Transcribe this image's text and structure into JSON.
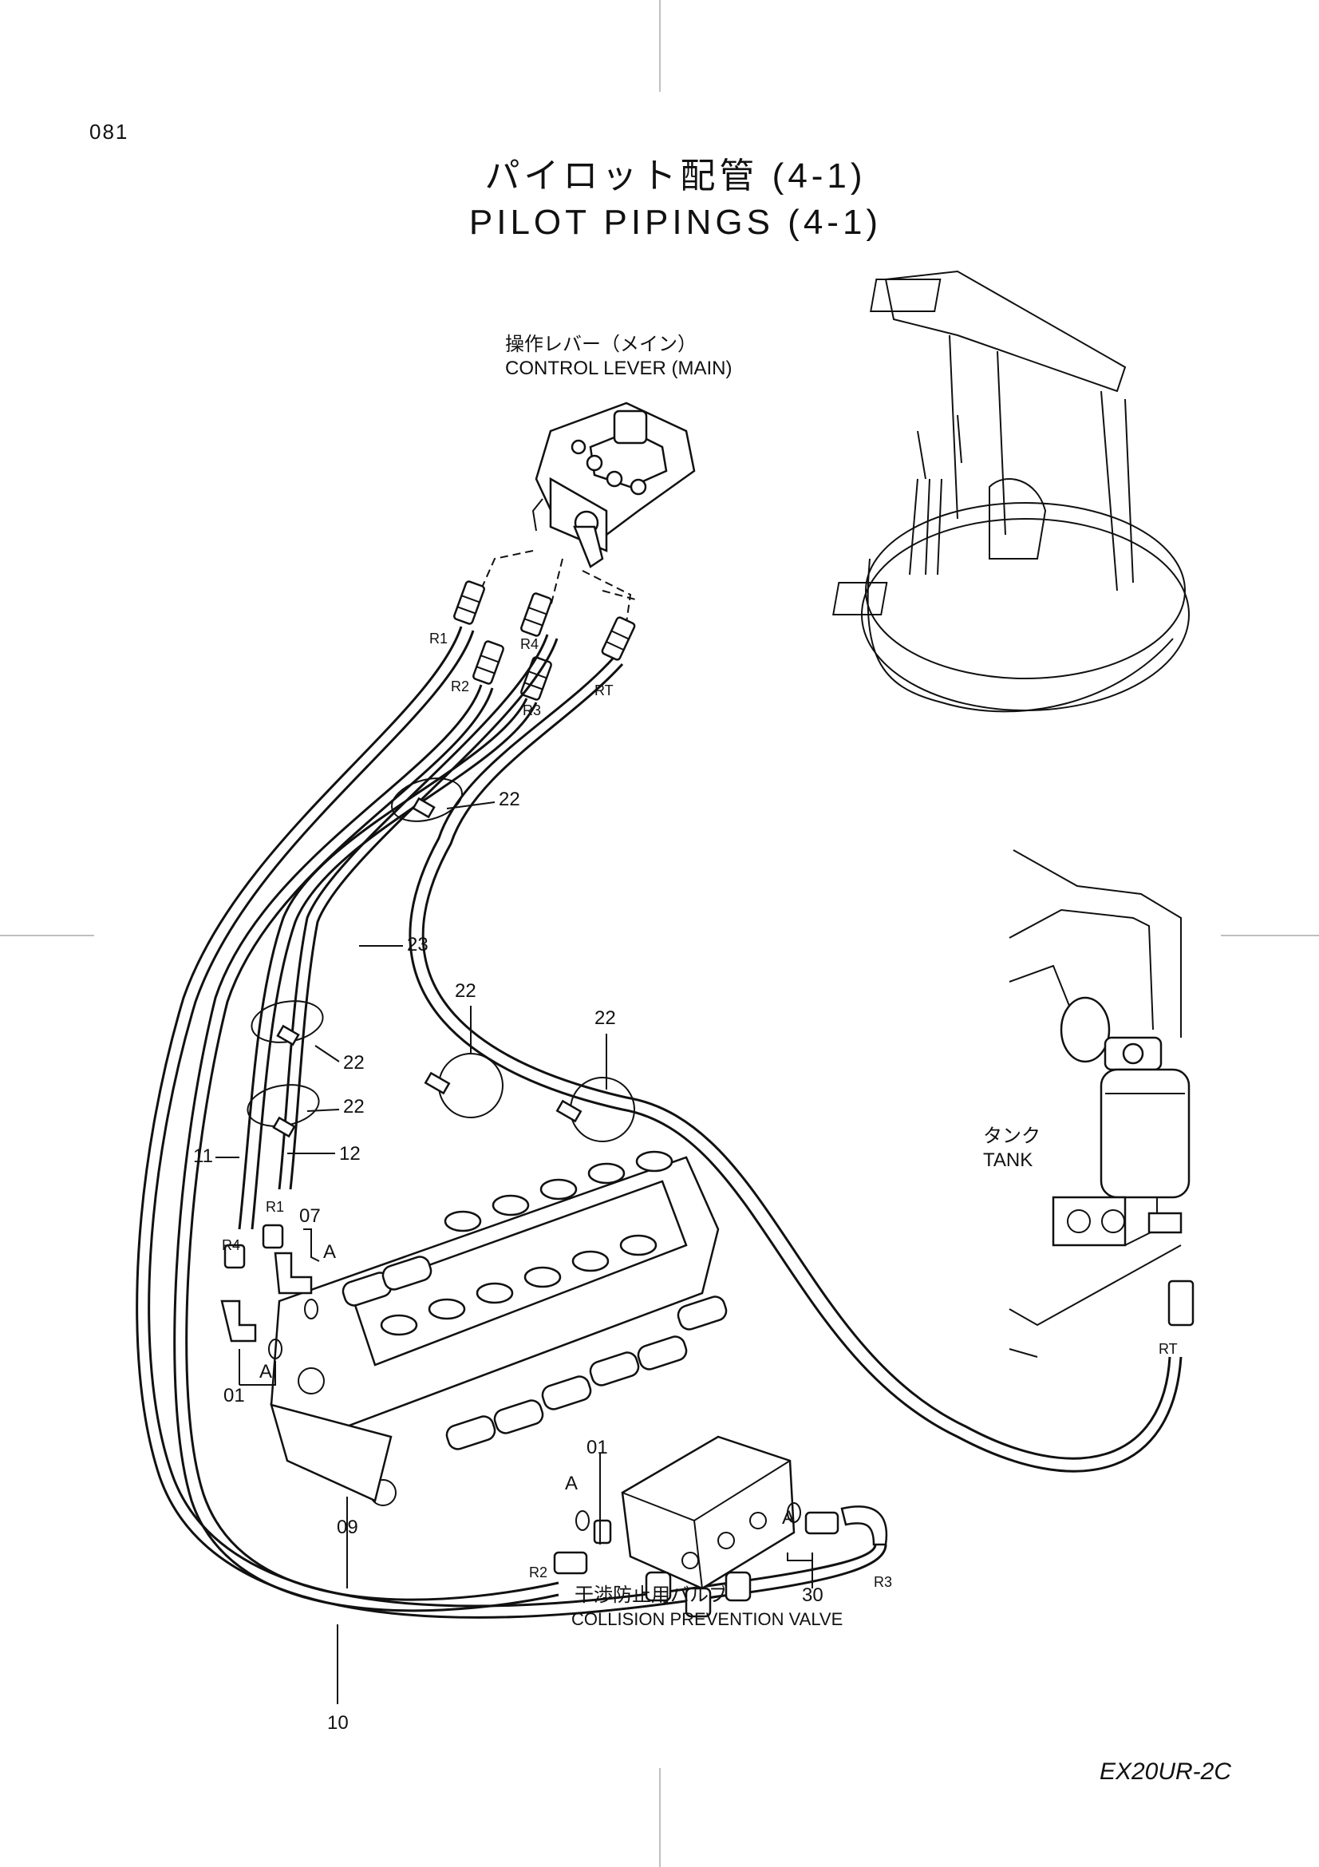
{
  "page_number": "081",
  "title": {
    "jp": "パイロット配管 (4-1)",
    "en": "PILOT PIPINGS (4-1)"
  },
  "labels": {
    "control_lever_jp": "操作レバー（メイン）",
    "control_lever_en": "CONTROL LEVER (MAIN)",
    "tank_jp": "タンク",
    "tank_en": "TANK",
    "collision_valve_jp": "干渉防止用バルブ",
    "collision_valve_en": "COLLISION PREVENTION VALVE"
  },
  "port_labels": {
    "r1_top": "R1",
    "r2_top": "R2",
    "r3_top": "R3",
    "r4_top": "R4",
    "rt_top": "RT",
    "r1_valve": "R1",
    "r4_valve": "R4",
    "r2_bottom": "R2",
    "r3_bottom": "R3",
    "rt_tank": "RT"
  },
  "part_numbers": {
    "p22_a": "22",
    "p23": "23",
    "p22_b": "22",
    "p22_c": "22",
    "p22_d": "22",
    "p22_e": "22",
    "p11": "11",
    "p12": "12",
    "p07": "07",
    "p01_a": "01",
    "p01_b": "01",
    "p09": "09",
    "p10": "10",
    "p30": "30"
  },
  "detail_marks": {
    "a1": "A",
    "a2": "A",
    "a3": "A",
    "a4": "A"
  },
  "model": "EX20UR-2C"
}
